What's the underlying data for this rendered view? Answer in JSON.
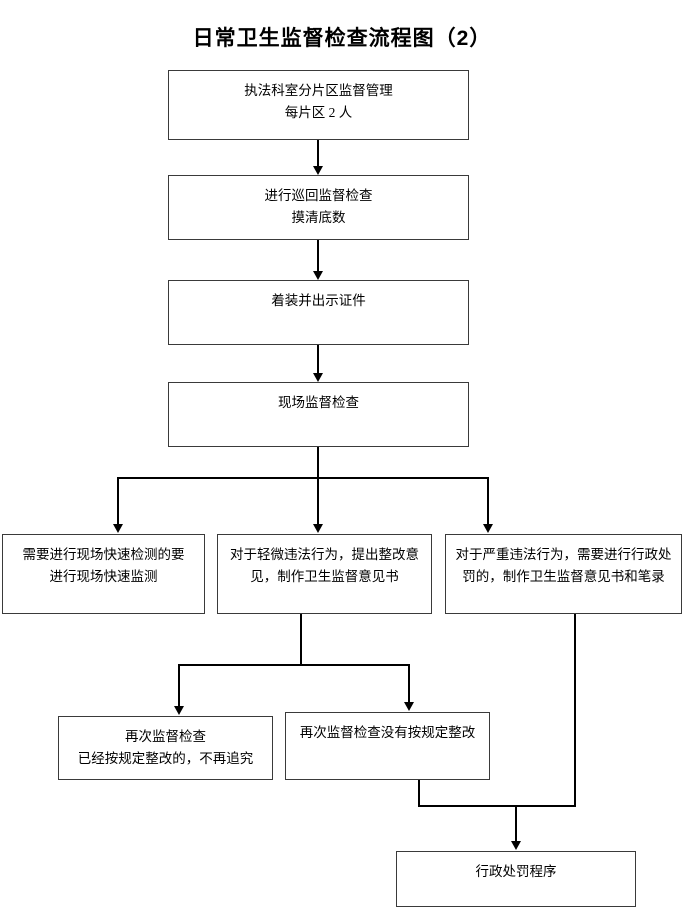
{
  "title": "日常卫生监督检查流程图（2）",
  "nodes": {
    "n1": {
      "lines": [
        "执法科室分片区监督管理",
        "每片区 2 人"
      ]
    },
    "n2": {
      "lines": [
        "进行巡回监督检查",
        "摸清底数"
      ]
    },
    "n3": {
      "lines": [
        "着装并出示证件"
      ]
    },
    "n4": {
      "lines": [
        "现场监督检查"
      ]
    },
    "n5": {
      "lines": [
        "需要进行现场快速检测的要",
        "进行现场快速监测"
      ]
    },
    "n6": {
      "lines": [
        "对于轻微违法行为，提出整改意",
        "见，制作卫生监督意见书"
      ]
    },
    "n7": {
      "lines": [
        "对于严重违法行为，需要进行行政处",
        "罚的，制作卫生监督意见书和笔录"
      ]
    },
    "n8": {
      "lines": [
        "再次监督检查",
        "已经按规定整改的，不再追究"
      ]
    },
    "n9": {
      "lines": [
        "再次监督检查没有按规定整改"
      ]
    },
    "n10": {
      "lines": [
        "行政处罚程序"
      ]
    }
  },
  "colors": {
    "box_border": "#3a3a3a",
    "connector": "#000000",
    "background": "#ffffff",
    "text": "#000000"
  }
}
